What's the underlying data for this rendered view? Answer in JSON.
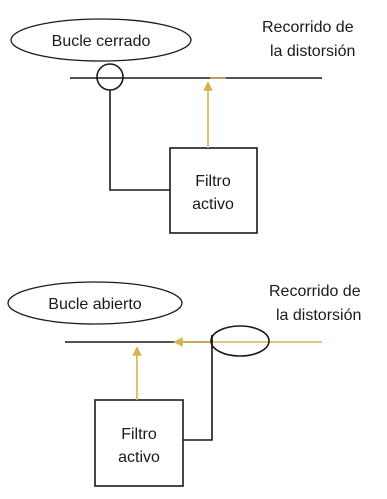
{
  "closed_loop": {
    "ellipse_label": "Bucle cerrado",
    "path_label_line1": "Recorrido de",
    "path_label_line2": "la distorsión",
    "filter_line1": "Filtro",
    "filter_line2": "activo"
  },
  "open_loop": {
    "ellipse_label": "Bucle abierto",
    "path_label_line1": "Recorrido de",
    "path_label_line2": "la distorsión",
    "filter_line1": "Filtro",
    "filter_line2": "activo"
  },
  "colors": {
    "line": "#1a1a1a",
    "distortion_path": "#d8b24a",
    "background": "#ffffff"
  }
}
